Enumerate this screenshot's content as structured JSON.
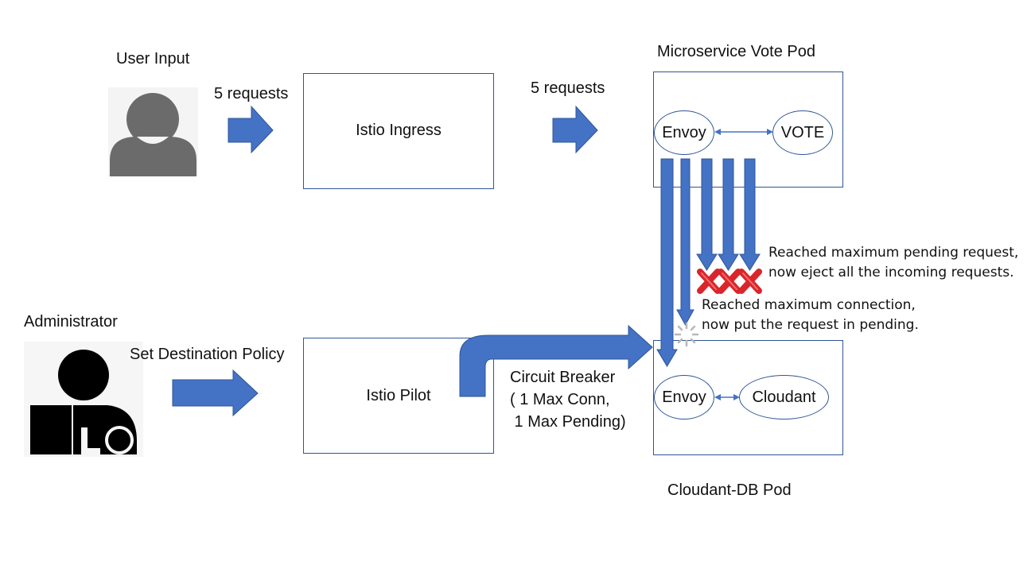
{
  "actors": {
    "user": {
      "label": "User Input",
      "icon": "person-icon"
    },
    "admin": {
      "label": "Administrator",
      "icon": "admin-icon"
    }
  },
  "flows": {
    "user_to_ingress": "5 requests",
    "ingress_to_vote": "5 requests",
    "admin_to_pilot": "Set Destination Policy"
  },
  "istio": {
    "ingress": "Istio Ingress",
    "pilot": "Istio Pilot"
  },
  "vote_pod": {
    "title": "Microservice Vote Pod",
    "envoy": "Envoy",
    "service": "VOTE"
  },
  "db_pod": {
    "title": "Cloudant-DB Pod",
    "envoy": "Envoy",
    "service": "Cloudant"
  },
  "circuit_breaker": {
    "line1": "Circuit Breaker",
    "line2": "( 1 Max Conn,",
    "line3": " 1 Max Pending)"
  },
  "notes": {
    "pending_line1": "Reached maximum pending request,",
    "pending_line2": "now eject all the incoming requests.",
    "conn_line1": "Reached maximum connection,",
    "conn_line2": "now put the request in pending."
  },
  "colors": {
    "arrow": "#4472c4",
    "border": "#2f5597",
    "icon": "#6b6b6b",
    "reject": "#d9262b"
  }
}
